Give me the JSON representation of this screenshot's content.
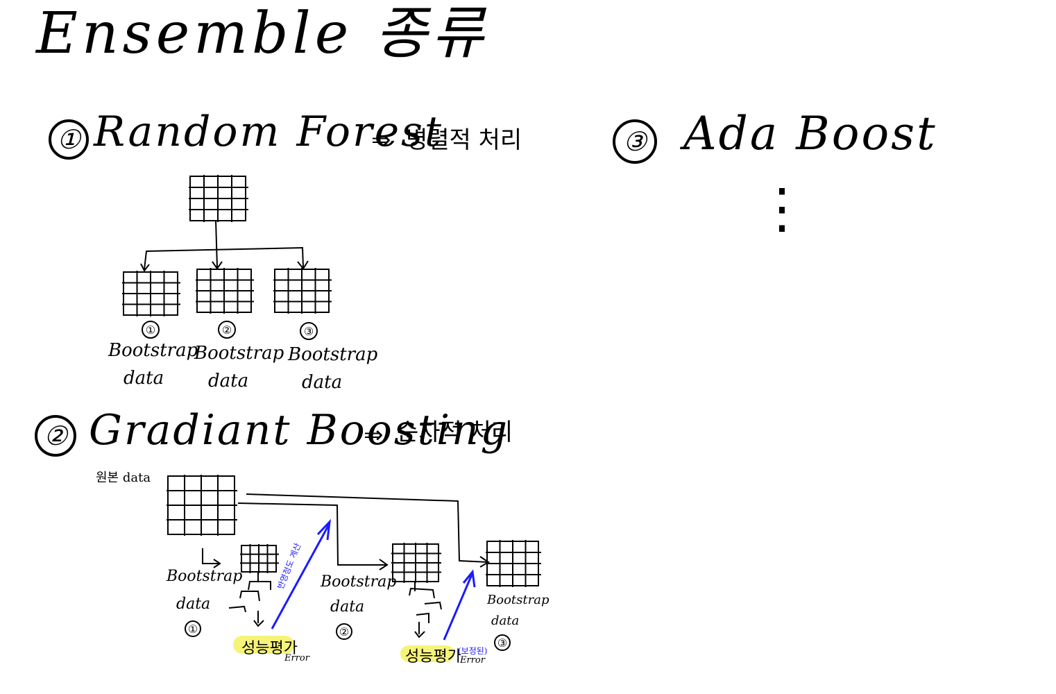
{
  "title": "Ensemble 종류",
  "sections": {
    "random_forest": {
      "number": "①",
      "title": "Random Forest",
      "arrow": "⇒",
      "note": "병렬적 처리",
      "samples": [
        {
          "number": "①",
          "label_line1": "Bootstrap",
          "label_line2": "data"
        },
        {
          "number": "②",
          "label_line1": "Bootstrap",
          "label_line2": "data"
        },
        {
          "number": "③",
          "label_line1": "Bootstrap",
          "label_line2": "data"
        }
      ]
    },
    "gradient_boosting": {
      "number": "②",
      "title": "Gradiant Boosting",
      "arrow": "⇒",
      "note": "순차적 처리",
      "original_label": "원본 data",
      "samples": [
        {
          "number": "①",
          "label_line1": "Bootstrap",
          "label_line2": "data"
        },
        {
          "number": "②",
          "label_line1": "Bootstrap",
          "label_line2": "data"
        },
        {
          "number": "③",
          "label_line1": "Bootstrap",
          "label_line2": "data"
        }
      ],
      "eval1": "성능평가",
      "eval1_error": "Error",
      "eval2": "성능평가",
      "eval2_prefix": "(보정된)",
      "eval2_error": "Error",
      "arrow_note": "반영정도 계산"
    },
    "ada_boost": {
      "number": "③",
      "title": "Ada Boost",
      "ellipsis": "⋮"
    }
  }
}
